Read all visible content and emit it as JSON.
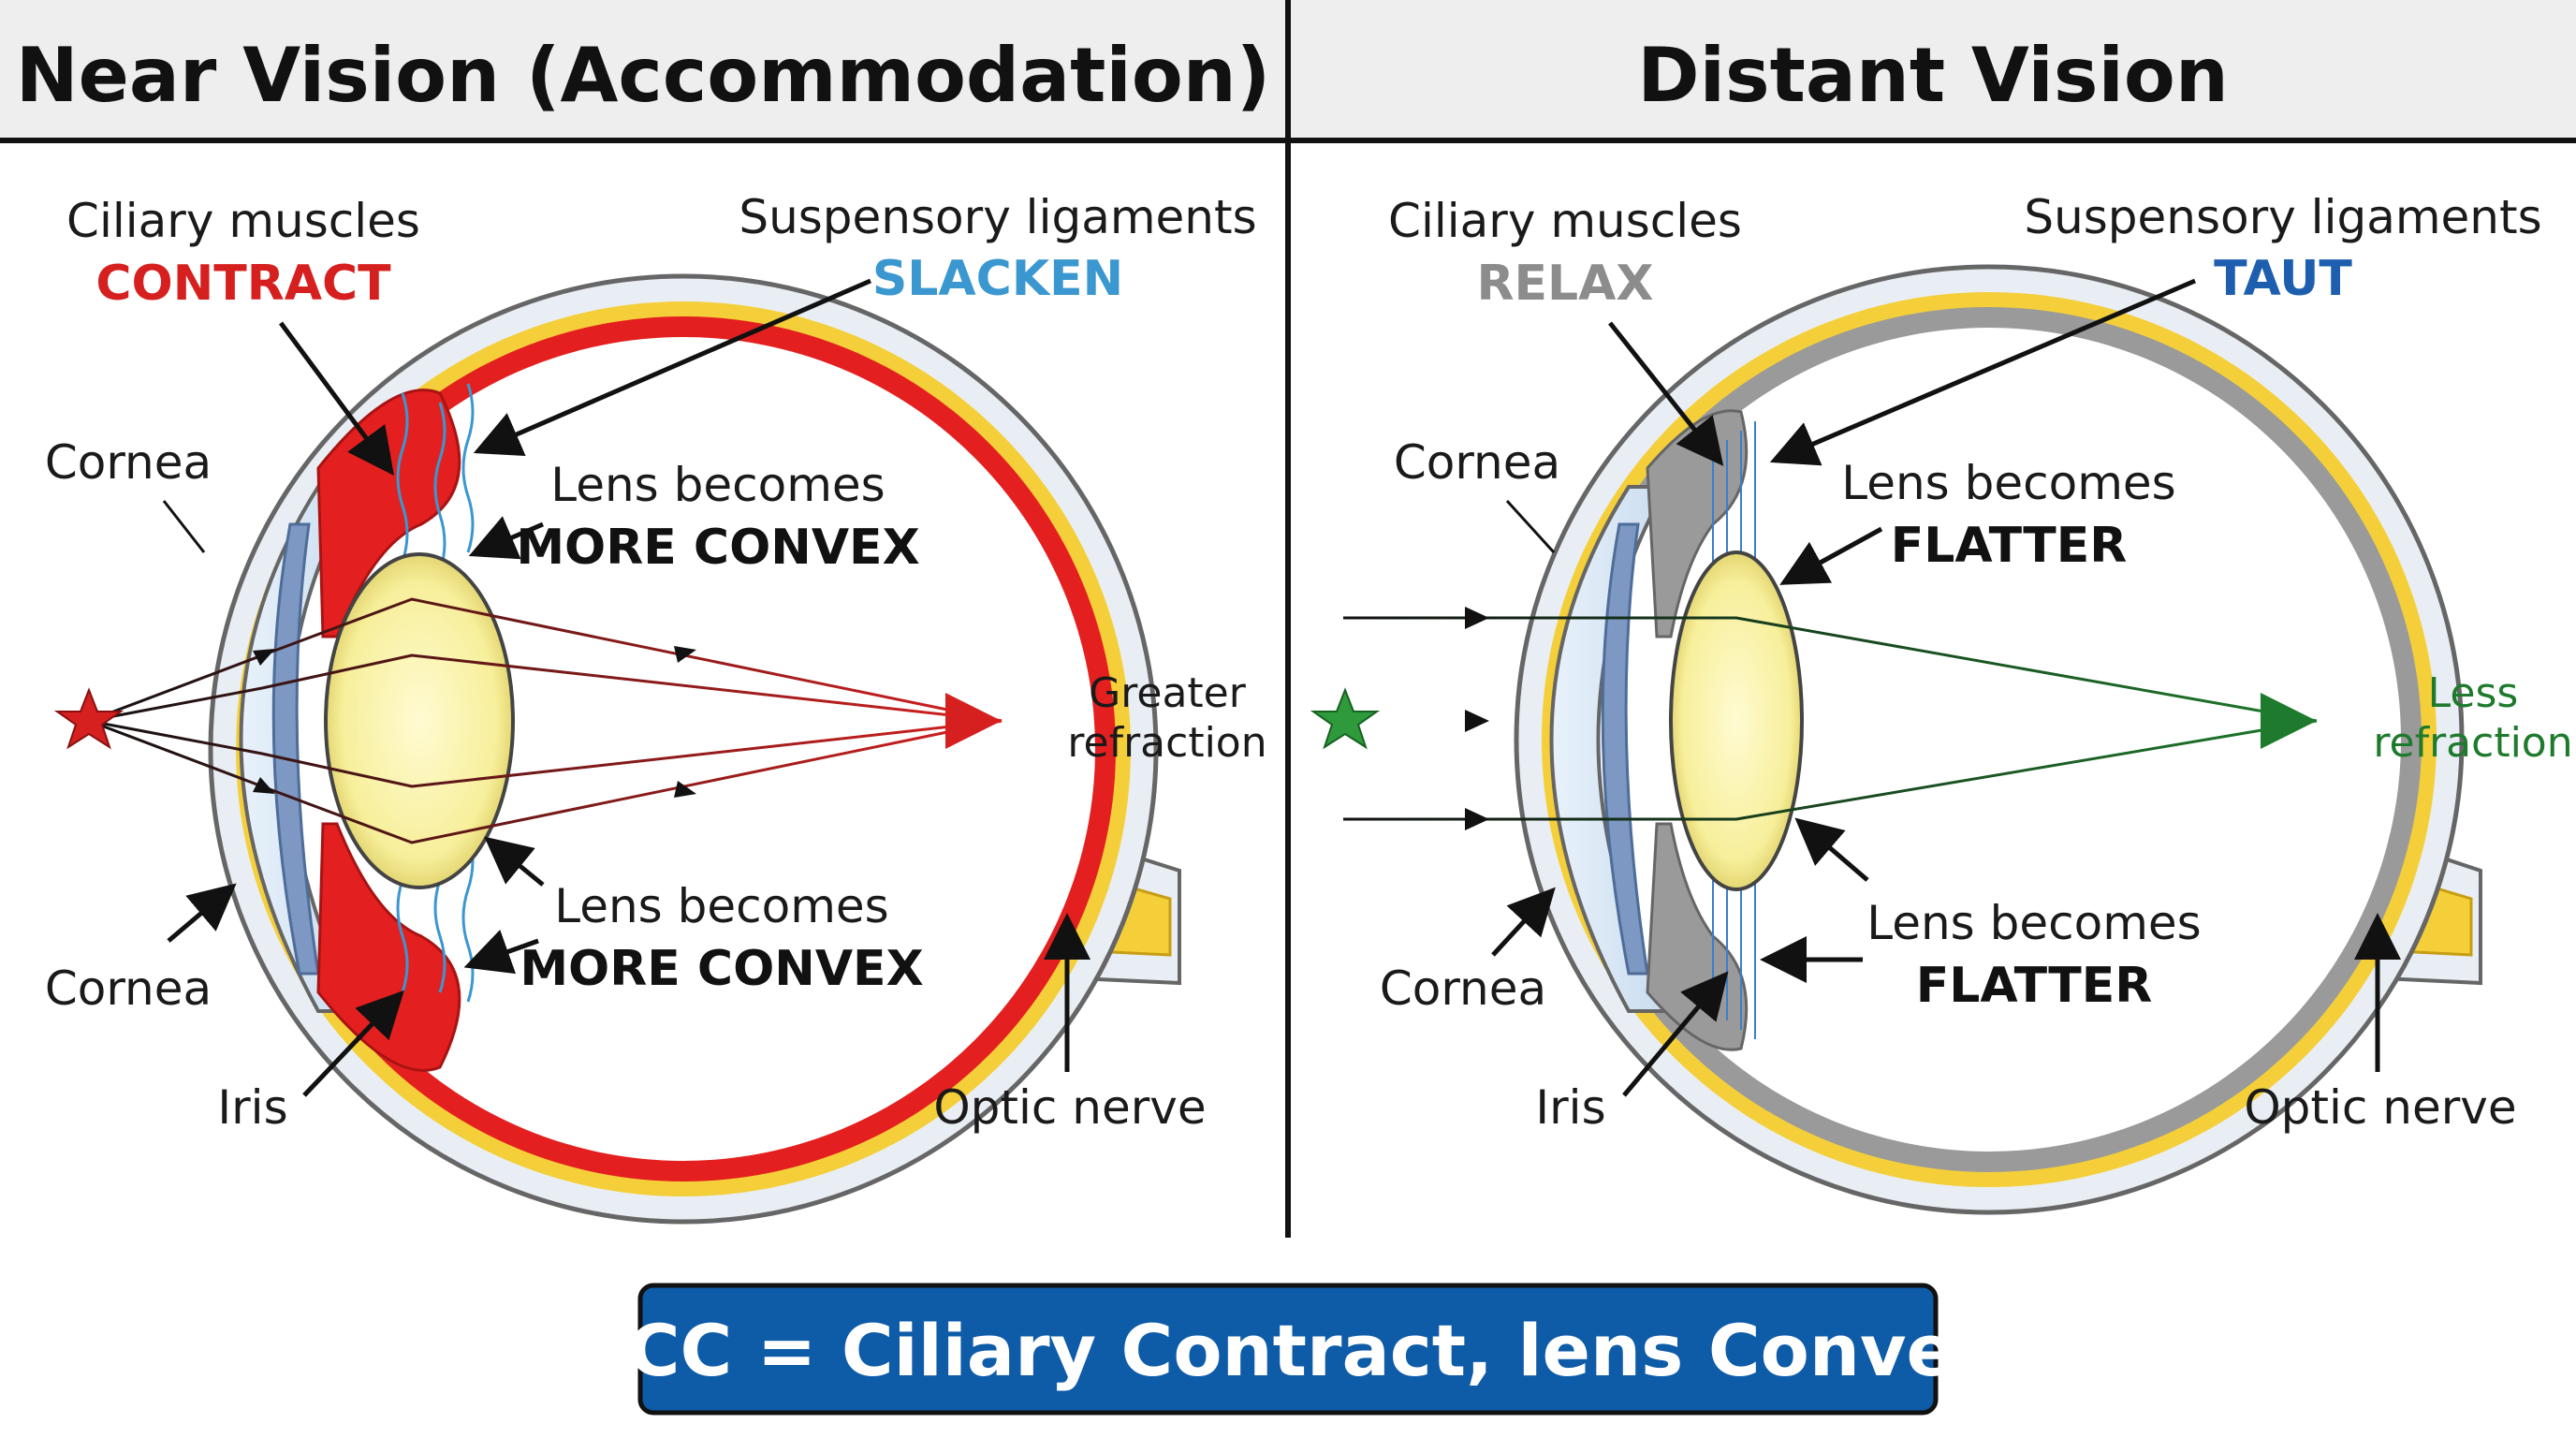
{
  "colors": {
    "header_bg": "#eeeeee",
    "contract_red": "#d6201f",
    "slacken_blue": "#3a97cf",
    "relax_gray": "#8c8c8c",
    "taut_blue": "#1d5fae",
    "greater_red": "#d6201f",
    "less_green": "#1e7a2c",
    "lens_yellow": "#f6ef9e",
    "choroid_yellow": "#f4cf3a",
    "caption_blue": "#0e5ba8"
  },
  "near": {
    "title": "Near Vision (Accommodation)",
    "ciliary_label": "Ciliary muscles",
    "ciliary_state": "CONTRACT",
    "suspensory_label": "Suspensory ligaments",
    "suspensory_state": "SLACKEN",
    "lens_top_label": "Lens becomes",
    "lens_top_state": "MORE CONVEX",
    "lens_bottom_label": "Lens becomes",
    "lens_bottom_state": "MORE CONVEX",
    "cornea_top": "Cornea",
    "cornea_bottom": "Cornea",
    "iris": "Iris",
    "optic_nerve": "Optic nerve",
    "refraction_line1": "Greater",
    "refraction_line2": "refraction",
    "source_icon": "red-star-icon"
  },
  "distant": {
    "title": "Distant Vision",
    "ciliary_label": "Ciliary muscles",
    "ciliary_state": "RELAX",
    "suspensory_label": "Suspensory ligaments",
    "suspensory_state": "TAUT",
    "lens_top_label": "Lens becomes",
    "lens_top_state": "FLATTER",
    "lens_bottom_label": "Lens becomes",
    "lens_bottom_state": "FLATTER",
    "cornea_top": "Cornea",
    "cornea_bottom": "Cornea",
    "iris": "Iris",
    "optic_nerve": "Optic nerve",
    "refraction_line1": "Less",
    "refraction_line2": "refraction",
    "source_icon": "green-star-icon"
  },
  "caption": "CCC = Ciliary Contract, lens Convex"
}
